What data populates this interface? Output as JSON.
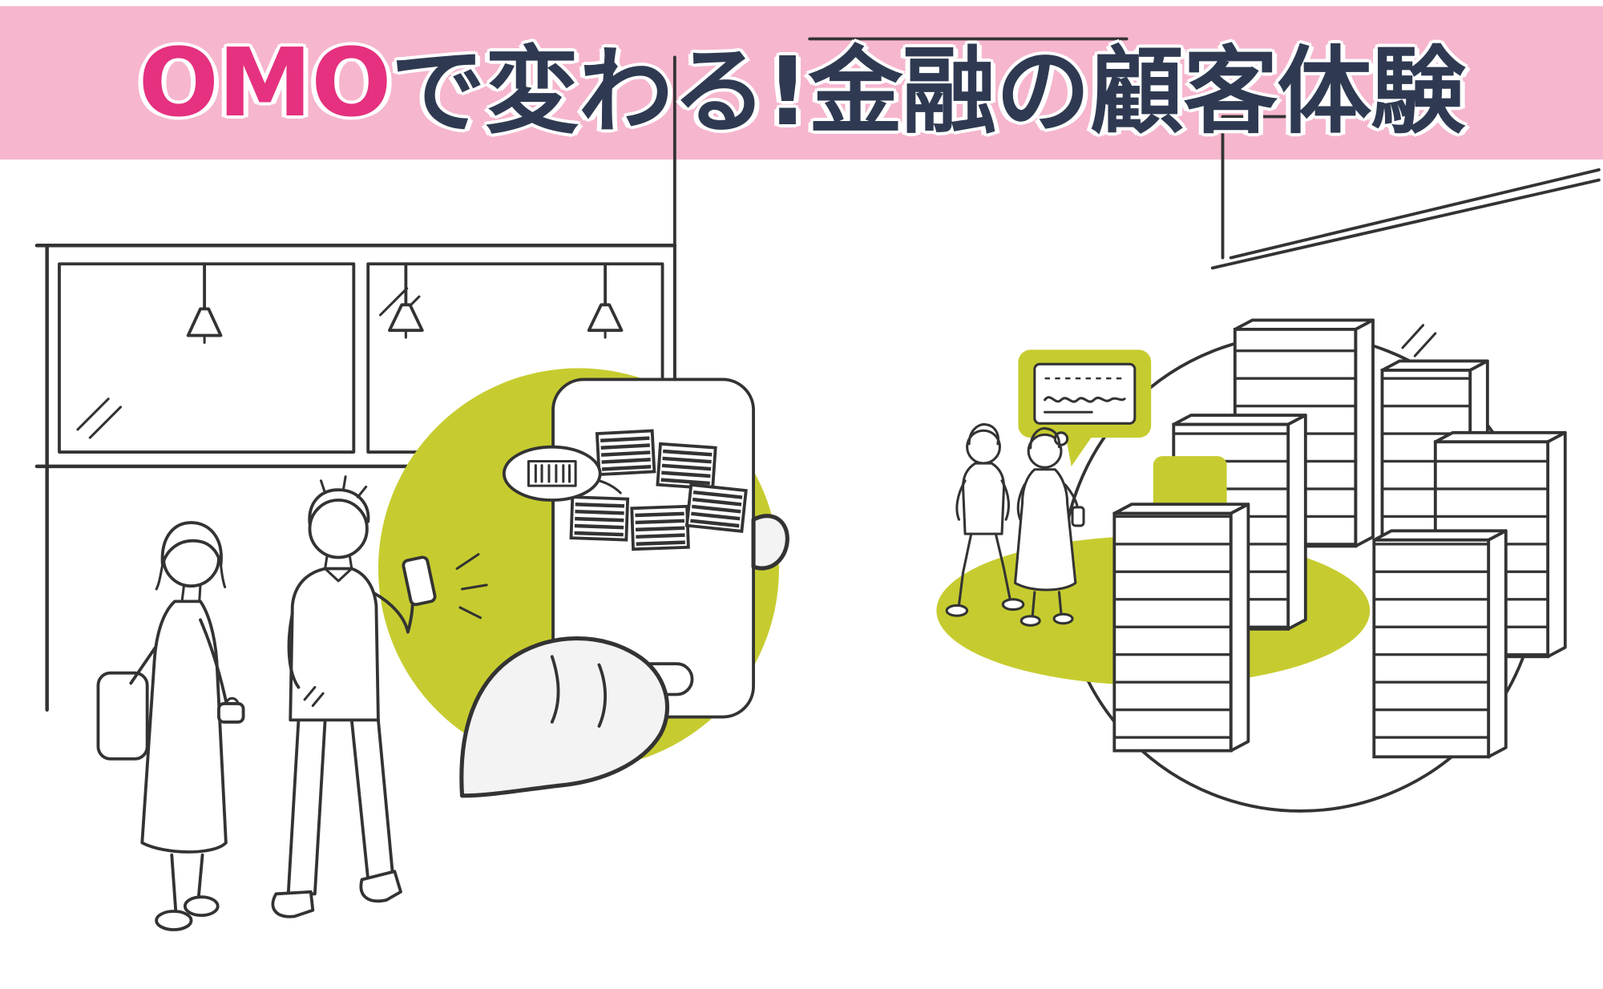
{
  "title": {
    "highlight": "OMO",
    "rest": "で変わる!金融の顧客体験"
  },
  "colors": {
    "banner_background": "#f6b6ce",
    "title_highlight": "#e5317f",
    "title_text": "#2f3a52",
    "accent_green": "#c6cc2f",
    "line_ink": "#333333",
    "background": "#ffffff",
    "hand_fill": "#f3f3f3"
  },
  "scenes": {
    "left_scene": "offline-store-smartphone-scan-scene",
    "right_scene": "online-data-consultation-scene"
  }
}
